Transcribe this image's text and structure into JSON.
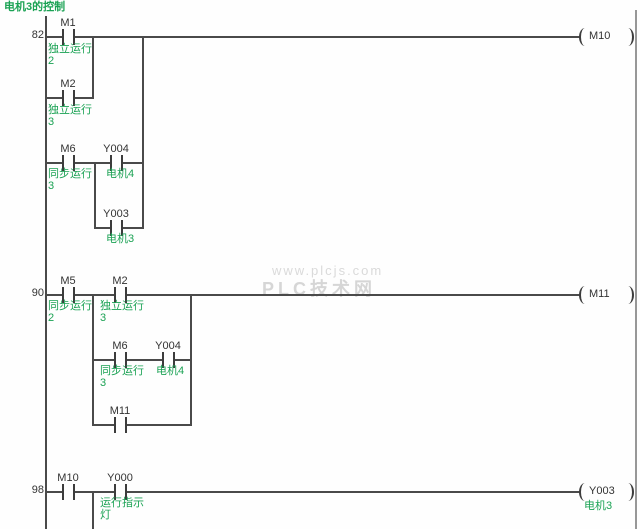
{
  "title": "电机3的控制",
  "watermark": {
    "line1": "www.plcjs.com",
    "line2": "PLC技术网"
  },
  "colors": {
    "comment_green": "#1ba254",
    "wire": "#4a4a4a",
    "watermark_gray": "#d8d8d8"
  },
  "rungs": [
    {
      "number": "82",
      "contacts": [
        {
          "address": "M1",
          "comment": "独立运行\n2"
        },
        {
          "address": "M2",
          "comment": "独立运行\n3"
        },
        {
          "address": "M6",
          "comment": "同步运行\n3"
        },
        {
          "address": "Y004",
          "comment": "电机4"
        },
        {
          "address": "Y003",
          "comment": "电机3"
        }
      ],
      "coil": {
        "address": "M10",
        "comment": ""
      }
    },
    {
      "number": "90",
      "contacts": [
        {
          "address": "M5",
          "comment": "同步运行\n2"
        },
        {
          "address": "M2",
          "comment": "独立运行\n3"
        },
        {
          "address": "M6",
          "comment": "同步运行\n3"
        },
        {
          "address": "Y004",
          "comment": "电机4"
        },
        {
          "address": "M11",
          "comment": ""
        }
      ],
      "coil": {
        "address": "M11",
        "comment": ""
      }
    },
    {
      "number": "98",
      "contacts": [
        {
          "address": "M10",
          "comment": ""
        },
        {
          "address": "Y000",
          "comment": "运行指示\n灯"
        }
      ],
      "coil": {
        "address": "Y003",
        "comment": "电机3"
      }
    }
  ]
}
